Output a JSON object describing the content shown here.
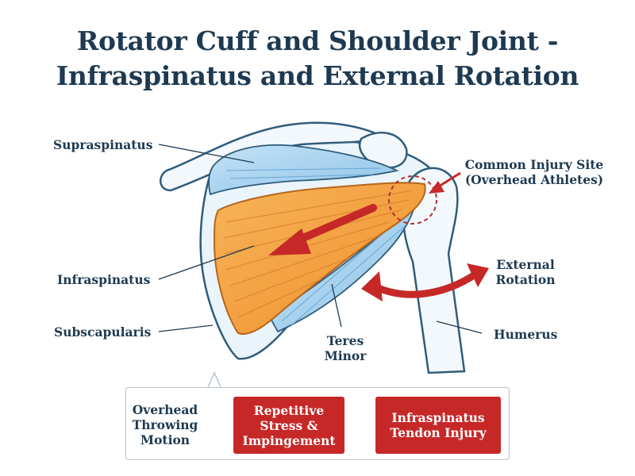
{
  "title": {
    "line1": "Rotator Cuff and Shoulder Joint -",
    "line2": "Infraspinatus and External Rotation"
  },
  "labels": {
    "supraspinatus": "Supraspinatus",
    "infraspinatus": "Infraspinatus",
    "subscapularis": "Subscapularis",
    "teres_minor_1": "Teres",
    "teres_minor_2": "Minor",
    "injury_site_1": "Common Injury Site",
    "injury_site_2": "(Overhead Athletes)",
    "external_rotation_1": "External",
    "external_rotation_2": "Rotation",
    "humerus": "Humerus"
  },
  "flow": {
    "start_1": "Overhead",
    "start_2": "Throwing",
    "start_3": "Motion",
    "step1_1": "Repetitive",
    "step1_2": "Stress &",
    "step1_3": "Impingement",
    "step2_1": "Infraspinatus",
    "step2_2": "Tendon Injury"
  },
  "colors": {
    "muscle_orange": "#f4a340",
    "muscle_blue": "#a9d3ee",
    "arrow_red": "#c62828",
    "flow_arrow_blue": "#2f7fc1",
    "text_navy": "#1e3a52"
  }
}
